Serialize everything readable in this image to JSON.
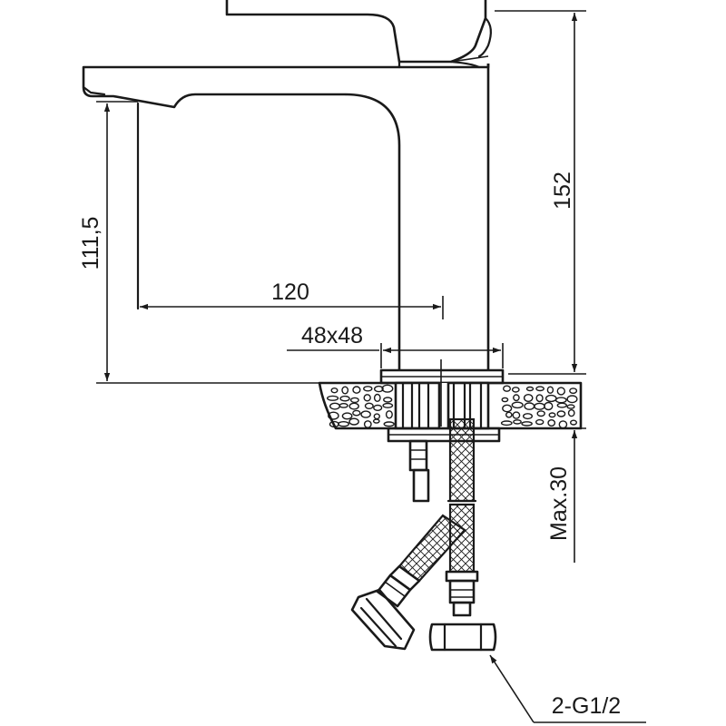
{
  "dimensions": {
    "height_total": "152",
    "spout_height": "111,5",
    "spout_reach": "120",
    "base_size": "48x48",
    "max_deck_thickness": "Max.30",
    "hose_thread": "2-G1/2"
  },
  "colors": {
    "line": "#1a1a1a",
    "background": "#ffffff"
  }
}
